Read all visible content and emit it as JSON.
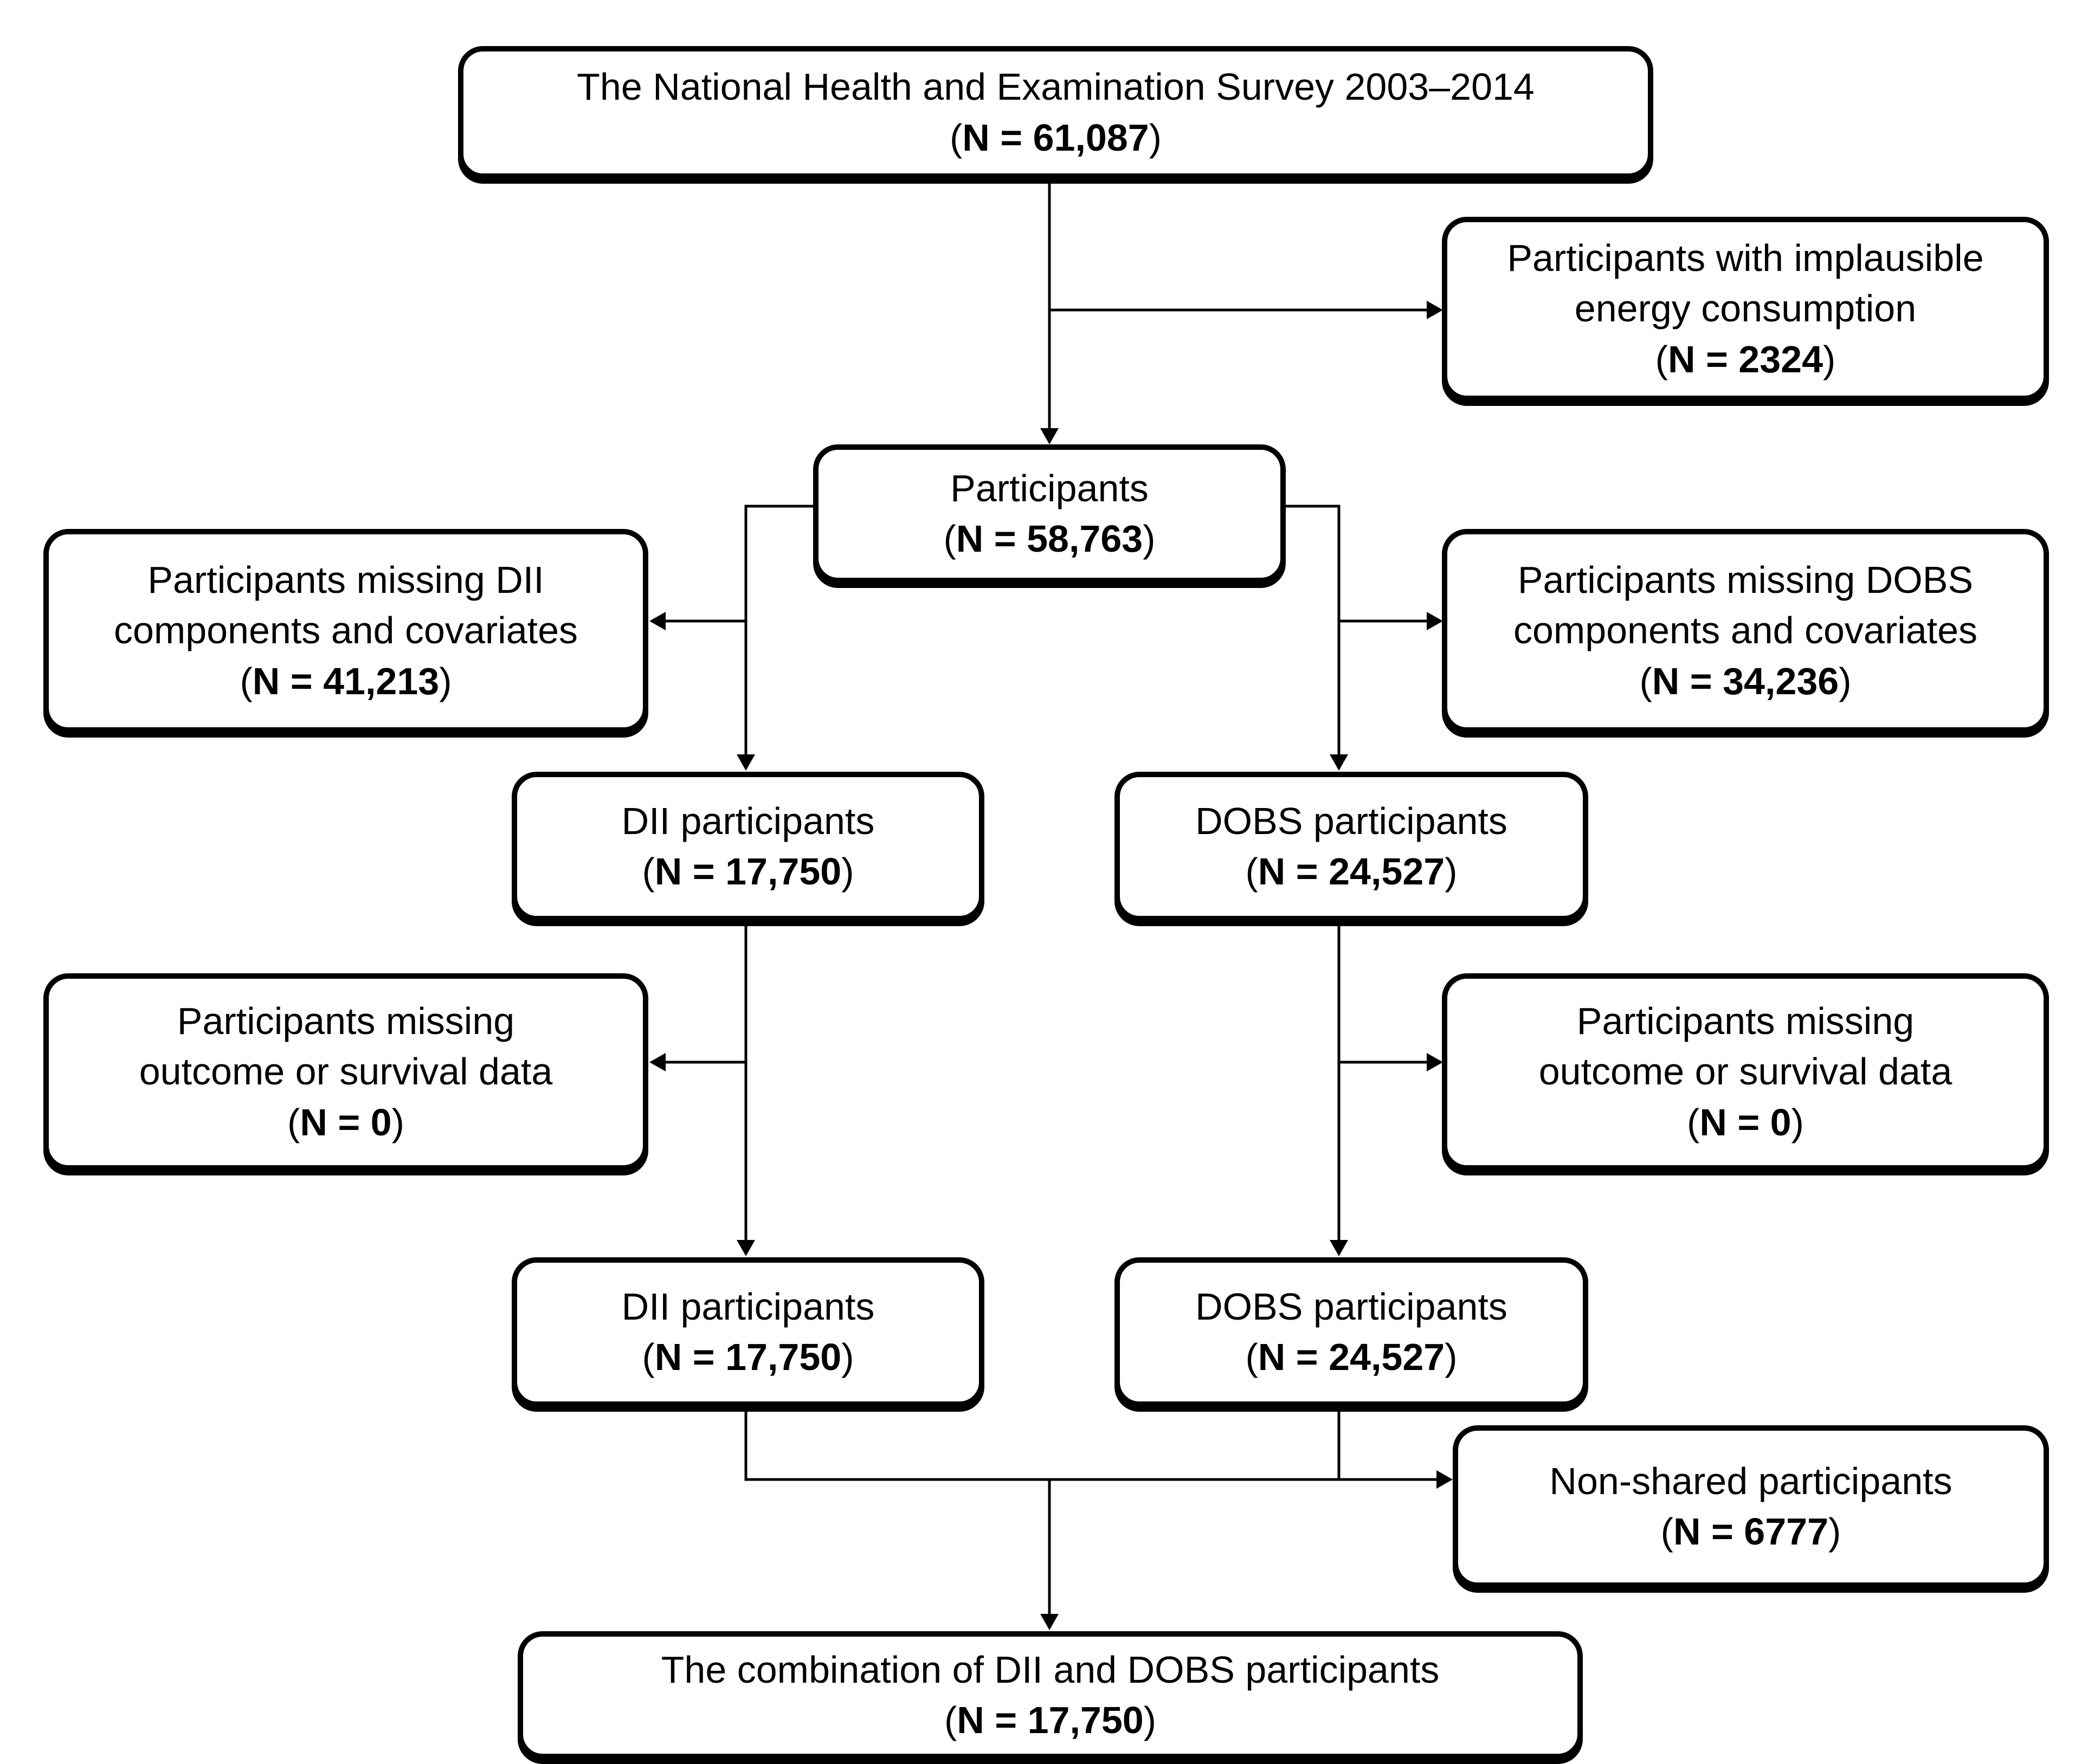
{
  "figure": {
    "background_color": "#ffffff",
    "line_color": "#000000",
    "box_fill": "#ffffff",
    "box_border_color": "#000000"
  },
  "nodes": [
    {
      "id": "nhanes",
      "label": "The National Health and Examination Survey 2003–2014",
      "n_open": "(",
      "n_bold": "N = 61,087",
      "n_close": ")"
    },
    {
      "id": "implausible-energy",
      "label": "Participants with implausible\nenergy consumption",
      "n_open": "(",
      "n_bold": "N = 2324",
      "n_close": ")"
    },
    {
      "id": "participants",
      "label": "Participants",
      "n_open": "(",
      "n_bold": "N = 58,763",
      "n_close": ")"
    },
    {
      "id": "missing-dii",
      "label": "Participants missing DII\ncomponents and covariates",
      "n_open": "(",
      "n_bold": "N = 41,213",
      "n_close": ")"
    },
    {
      "id": "missing-dobs",
      "label": "Participants missing DOBS\ncomponents and covariates",
      "n_open": "(",
      "n_bold": "N = 34,236",
      "n_close": ")"
    },
    {
      "id": "dii-participants-1",
      "label": "DII participants",
      "n_open": "(",
      "n_bold": "N = 17,750",
      "n_close": ")"
    },
    {
      "id": "dobs-participants-1",
      "label": "DOBS participants",
      "n_open": "(",
      "n_bold": "N = 24,527",
      "n_close": ")"
    },
    {
      "id": "missing-outcome-dii",
      "label": "Participants missing\noutcome or survival data",
      "n_open": "(",
      "n_bold": "N = 0",
      "n_close": ")"
    },
    {
      "id": "missing-outcome-dobs",
      "label": "Participants missing\noutcome or survival data",
      "n_open": "(",
      "n_bold": "N = 0",
      "n_close": ")"
    },
    {
      "id": "dii-participants-2",
      "label": "DII participants",
      "n_open": "(",
      "n_bold": "N = 17,750",
      "n_close": ")"
    },
    {
      "id": "dobs-participants-2",
      "label": "DOBS participants",
      "n_open": "(",
      "n_bold": "N = 24,527",
      "n_close": ")"
    },
    {
      "id": "non-shared",
      "label": "Non-shared participants",
      "n_open": "(",
      "n_bold": "N = 6777",
      "n_close": ")"
    },
    {
      "id": "combination",
      "label": "The combination of DII and DOBS participants",
      "n_open": "(",
      "n_bold": "N = 17,750",
      "n_close": ")"
    }
  ],
  "edges": [
    {
      "from": "nhanes",
      "to": "participants"
    },
    {
      "from": "nhanes",
      "to": "implausible-energy"
    },
    {
      "from": "participants",
      "to": "dii-participants-1"
    },
    {
      "from": "participants",
      "to": "missing-dii"
    },
    {
      "from": "participants",
      "to": "dobs-participants-1"
    },
    {
      "from": "participants",
      "to": "missing-dobs"
    },
    {
      "from": "dii-participants-1",
      "to": "dii-participants-2"
    },
    {
      "from": "dii-participants-1",
      "to": "missing-outcome-dii"
    },
    {
      "from": "dobs-participants-1",
      "to": "dobs-participants-2"
    },
    {
      "from": "dobs-participants-1",
      "to": "missing-outcome-dobs"
    },
    {
      "from": "dii-participants-2",
      "to": "non-shared"
    },
    {
      "from": "dobs-participants-2",
      "to": "non-shared"
    },
    {
      "from": "dii-participants-2",
      "to": "combination"
    },
    {
      "from": "dobs-participants-2",
      "to": "combination"
    }
  ]
}
